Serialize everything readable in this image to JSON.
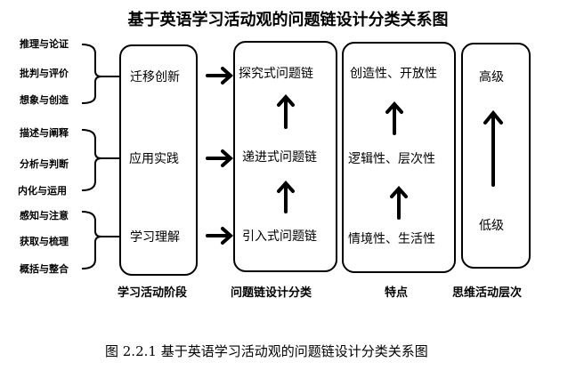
{
  "title": "基于英语学习活动观的问题链设计分类关系图",
  "activities": [
    {
      "label": "推理与论证"
    },
    {
      "label": "批判与评价"
    },
    {
      "label": "想象与创造"
    },
    {
      "label": "描述与阐释"
    },
    {
      "label": "分析与判断"
    },
    {
      "label": "内化与运用"
    },
    {
      "label": "感知与注意"
    },
    {
      "label": "获取与梳理"
    },
    {
      "label": "概括与整合"
    }
  ],
  "stages": [
    "迁移创新",
    "应用实践",
    "学习理解"
  ],
  "chains": [
    "探究式问题链",
    "递进式问题链",
    "引入式问题链"
  ],
  "features": [
    "创造性、开放性",
    "逻辑性、层次性",
    "情境性、生活性"
  ],
  "levels": {
    "high": "高级",
    "low": "低级"
  },
  "column_labels": [
    "学习活动阶段",
    "问题链设计分类",
    "特点",
    "思维活动层次"
  ],
  "caption": "图 2.2.1  基于英语学习活动观的问题链设计分类关系图"
}
